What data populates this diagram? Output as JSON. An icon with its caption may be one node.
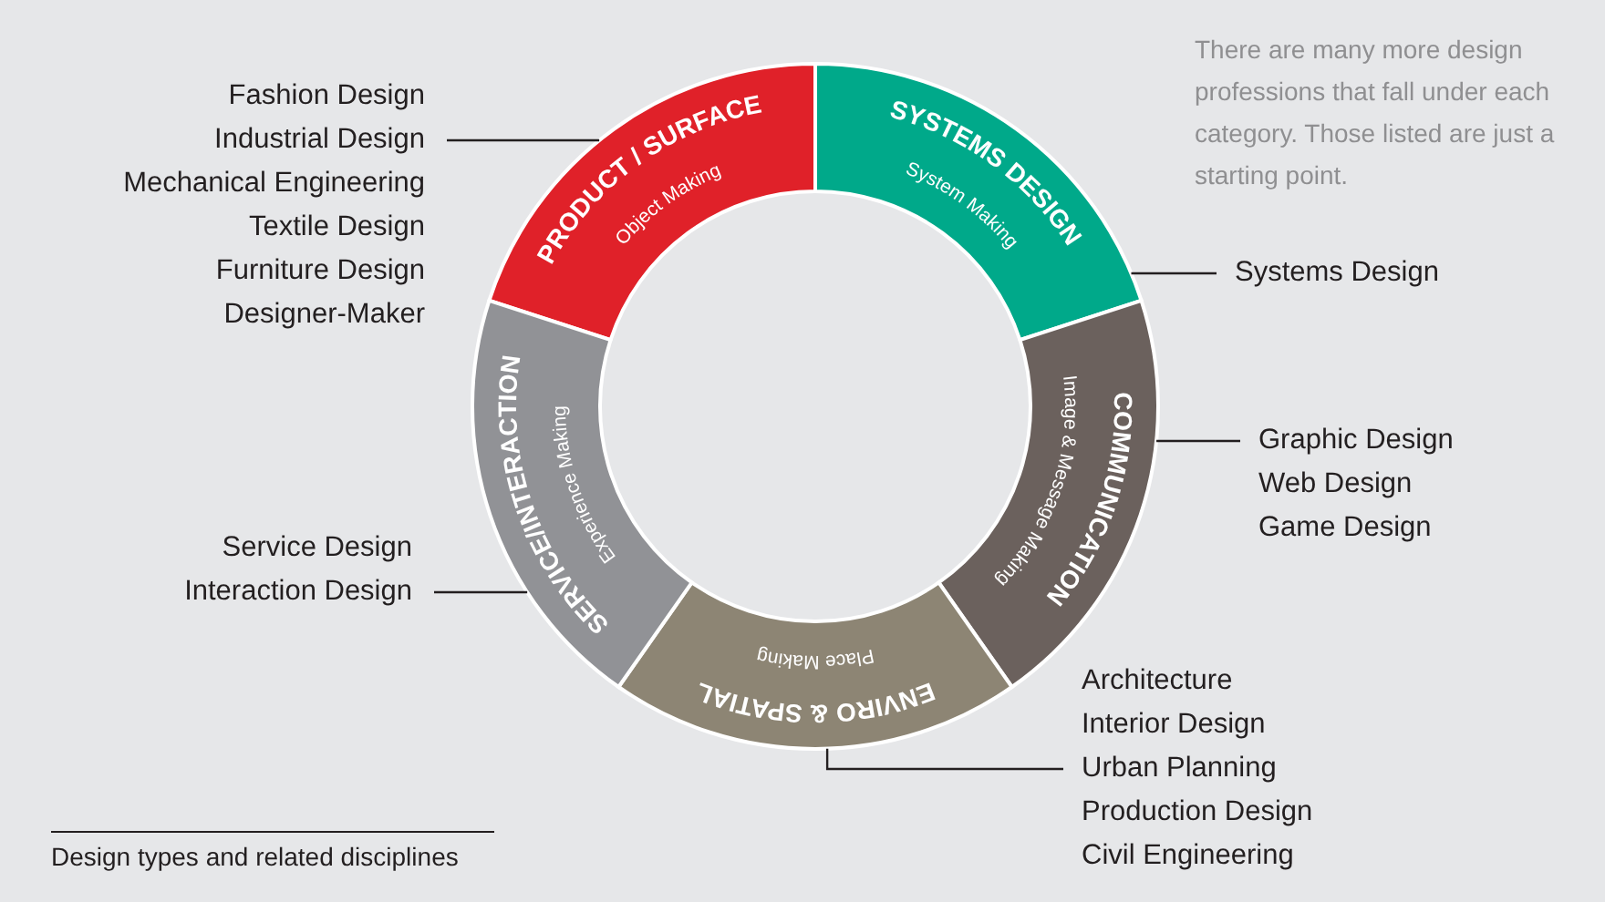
{
  "diagram": {
    "caption": "Design types and related disciplines",
    "nodes": [
      {
        "text": [
          "PRODUCT / SURFACE",
          "Object Making"
        ]
      },
      {
        "text": [
          "SYSTEMS DESIGN",
          "System Making"
        ]
      },
      {
        "text": [
          "COMMUNICATION",
          "Image & Message Making"
        ]
      },
      {
        "text": [
          "Place Making",
          "ENVIRO & SPATIAL"
        ]
      },
      {
        "text": [
          "SERVICE/INTERACTION",
          "Experience Making"
        ]
      },
      {
        "text": [
          "Fashion Design",
          "Industrial Design",
          "Mechanical Engineering",
          "Textile Design",
          "Furniture Design",
          "Designer-Maker"
        ]
      },
      {
        "text": [
          "Systems Design"
        ]
      },
      {
        "text": [
          "Graphic Design",
          "Web Design",
          "Game Design"
        ]
      },
      {
        "text": [
          "Service Design",
          "Interaction Design"
        ]
      },
      {
        "text": [
          "Architecture",
          "Interior Design",
          "Urban Planning",
          "Production Design",
          "Civil Engineering"
        ]
      }
    ],
    "edges": [
      {
        "from": 5,
        "to": 0,
        "arrow": "none"
      },
      {
        "from": 6,
        "to": 1,
        "arrow": "none"
      },
      {
        "from": 7,
        "to": 2,
        "arrow": "none"
      },
      {
        "from": 9,
        "to": 3,
        "arrow": "none"
      },
      {
        "from": 8,
        "to": 4,
        "arrow": "none"
      }
    ],
    "labels": [
      "There are many more design professions that fall under each category. Those listed are just a starting point."
    ]
  }
}
